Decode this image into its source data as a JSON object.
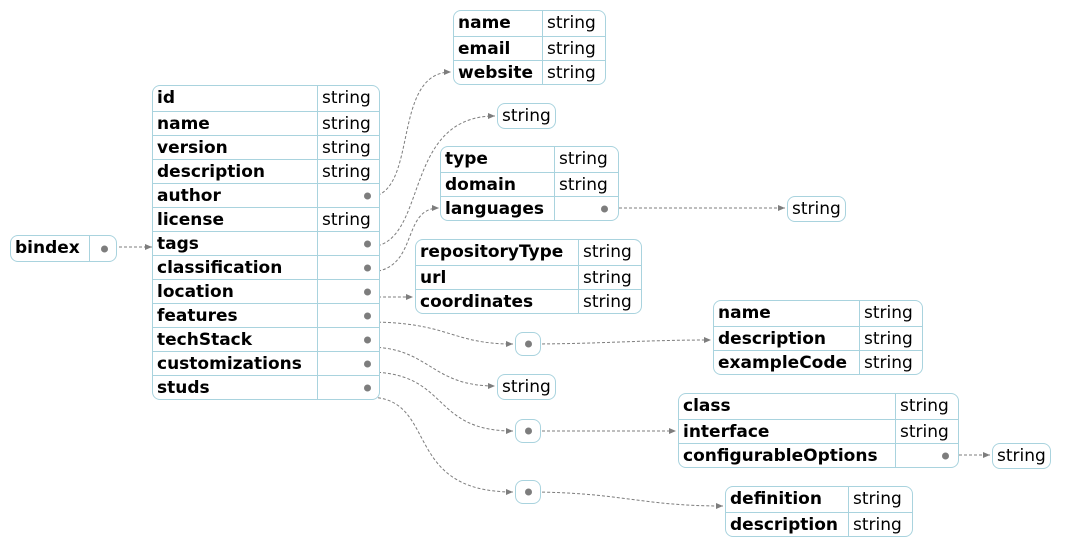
{
  "root": {
    "label": "bindex"
  },
  "main": {
    "rows": [
      {
        "key": "id",
        "value": "string"
      },
      {
        "key": "name",
        "value": "string"
      },
      {
        "key": "version",
        "value": "string"
      },
      {
        "key": "description",
        "value": "string"
      },
      {
        "key": "author",
        "value": ""
      },
      {
        "key": "license",
        "value": "string"
      },
      {
        "key": "tags",
        "value": ""
      },
      {
        "key": "classification",
        "value": ""
      },
      {
        "key": "location",
        "value": ""
      },
      {
        "key": "features",
        "value": ""
      },
      {
        "key": "techStack",
        "value": ""
      },
      {
        "key": "customizations",
        "value": ""
      },
      {
        "key": "studs",
        "value": ""
      }
    ]
  },
  "author": {
    "rows": [
      {
        "key": "name",
        "value": "string"
      },
      {
        "key": "email",
        "value": "string"
      },
      {
        "key": "website",
        "value": "string"
      }
    ]
  },
  "tags": {
    "value": "string"
  },
  "classification": {
    "rows": [
      {
        "key": "type",
        "value": "string"
      },
      {
        "key": "domain",
        "value": "string"
      },
      {
        "key": "languages",
        "value": ""
      }
    ]
  },
  "languages": {
    "value": "string"
  },
  "location": {
    "rows": [
      {
        "key": "repositoryType",
        "value": "string"
      },
      {
        "key": "url",
        "value": "string"
      },
      {
        "key": "coordinates",
        "value": "string"
      }
    ]
  },
  "features": {
    "rows": [
      {
        "key": "name",
        "value": "string"
      },
      {
        "key": "description",
        "value": "string"
      },
      {
        "key": "exampleCode",
        "value": "string"
      }
    ]
  },
  "techStack": {
    "value": "string"
  },
  "customizations": {
    "rows": [
      {
        "key": "class",
        "value": "string"
      },
      {
        "key": "interface",
        "value": "string"
      },
      {
        "key": "configurableOptions",
        "value": ""
      }
    ]
  },
  "configurableOptions": {
    "value": "string"
  },
  "studs": {
    "rows": [
      {
        "key": "definition",
        "value": "string"
      },
      {
        "key": "description",
        "value": "string"
      }
    ]
  }
}
